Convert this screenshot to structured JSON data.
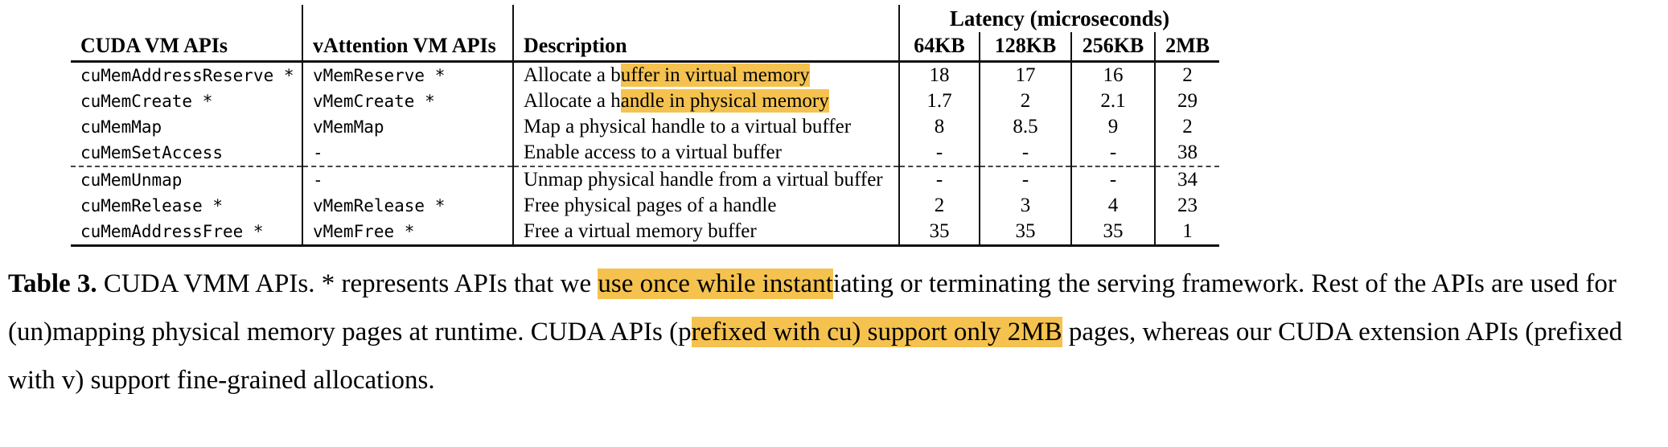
{
  "colors": {
    "highlight": "#F5C24F"
  },
  "table": {
    "latency_group_header": "Latency (microseconds)",
    "headers": {
      "cuda": "CUDA VM APIs",
      "vattention": "vAttention VM APIs",
      "description": "Description",
      "latency": [
        "64KB",
        "128KB",
        "256KB",
        "2MB"
      ]
    },
    "rows": [
      {
        "cuda": "cuMemAddressReserve *",
        "vattention": "vMemReserve *",
        "desc": {
          "pre": "Allocate a b",
          "hl": "uffer in virtual memory",
          "post": ""
        },
        "lat": [
          "18",
          "17",
          "16",
          "2"
        ]
      },
      {
        "cuda": "cuMemCreate *",
        "vattention": "vMemCreate *",
        "desc": {
          "pre": "Allocate a h",
          "hl": "andle in physical memory",
          "post": ""
        },
        "lat": [
          "1.7",
          "2",
          "2.1",
          "29"
        ]
      },
      {
        "cuda": "cuMemMap",
        "vattention": "vMemMap",
        "desc": {
          "pre": "Map a physical handle to a virtual buffer",
          "hl": "",
          "post": ""
        },
        "lat": [
          "8",
          "8.5",
          "9",
          "2"
        ]
      },
      {
        "cuda": "cuMemSetAccess",
        "vattention": "-",
        "desc": {
          "pre": "Enable access to a virtual buffer",
          "hl": "",
          "post": ""
        },
        "lat": [
          "-",
          "-",
          "-",
          "38"
        ]
      },
      {
        "cuda": "cuMemUnmap",
        "vattention": "-",
        "desc": {
          "pre": "Unmap physical handle from a virtual buffer",
          "hl": "",
          "post": ""
        },
        "lat": [
          "-",
          "-",
          "-",
          "34"
        ]
      },
      {
        "cuda": "cuMemRelease *",
        "vattention": "vMemRelease *",
        "desc": {
          "pre": "Free physical pages of a handle",
          "hl": "",
          "post": ""
        },
        "lat": [
          "2",
          "3",
          "4",
          "23"
        ]
      },
      {
        "cuda": "cuMemAddressFree *",
        "vattention": "vMemFree *",
        "desc": {
          "pre": "Free a virtual memory buffer",
          "hl": "",
          "post": ""
        },
        "lat": [
          "35",
          "35",
          "35",
          "1"
        ]
      }
    ]
  },
  "caption": {
    "label": "Table 3.",
    "seg1": " CUDA VMM APIs. * represents APIs that we ",
    "hl1": "use once while instant",
    "seg2": "iating or terminating the serving framework. Rest of the APIs are used for (un)mapping physical memory pages at runtime. CUDA APIs (p",
    "hl2": "refixed with cu) support only 2MB",
    "seg3": " pages, whereas our CUDA extension APIs (prefixed with v) support fine-grained allocations."
  }
}
